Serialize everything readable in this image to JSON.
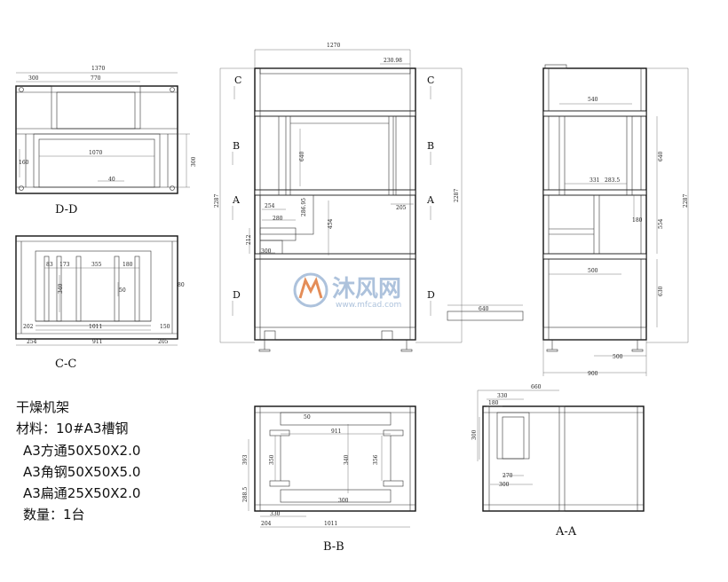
{
  "views": {
    "dd": {
      "title": "D-D",
      "dims": [
        "1370",
        "300",
        "770",
        "1070",
        "160",
        "40",
        "300"
      ]
    },
    "cc": {
      "title": "C-C",
      "dims": [
        "83",
        "173",
        "355",
        "180",
        "340",
        "50",
        "1011",
        "202",
        "150",
        "254",
        "911",
        "205",
        "80"
      ]
    },
    "front": {
      "dims": [
        "1270",
        "230.98",
        "640",
        "254",
        "280",
        "286.95",
        "205",
        "454",
        "212",
        "300",
        "2287",
        "2287",
        "640"
      ],
      "markers": [
        "C",
        "C",
        "B",
        "B",
        "A",
        "A",
        "D",
        "D"
      ]
    },
    "side": {
      "dims": [
        "540",
        "640",
        "331",
        "283.5",
        "180",
        "554",
        "500",
        "630",
        "500",
        "900",
        "2287"
      ]
    },
    "bb": {
      "title": "B-B",
      "dims": [
        "50",
        "911",
        "393",
        "350",
        "340",
        "356",
        "288.5",
        "330",
        "300",
        "1011",
        "204"
      ]
    },
    "aa": {
      "title": "A-A",
      "dims": [
        "660",
        "330",
        "180",
        "300",
        "270",
        "300"
      ]
    }
  },
  "notes": {
    "title": "干燥机架",
    "material": "材料：10#A3槽钢",
    "line1": "A3方通50X50X2.0",
    "line2": "A3角钢50X50X5.0",
    "line3": "A3扁通25X50X2.0",
    "quantity": "数量：1台"
  },
  "watermark": {
    "brand": "沐风网",
    "url": "www.mfcad.com",
    "color": "#9fb8d6"
  }
}
